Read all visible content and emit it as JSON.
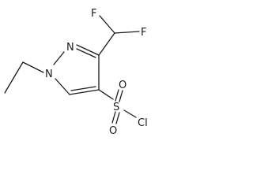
{
  "molecule": {
    "atoms": {
      "F1": "F",
      "F2": "F",
      "N2": "N",
      "N1": "N",
      "O1": "O",
      "O2": "O",
      "S": "S",
      "Cl": "Cl"
    }
  }
}
